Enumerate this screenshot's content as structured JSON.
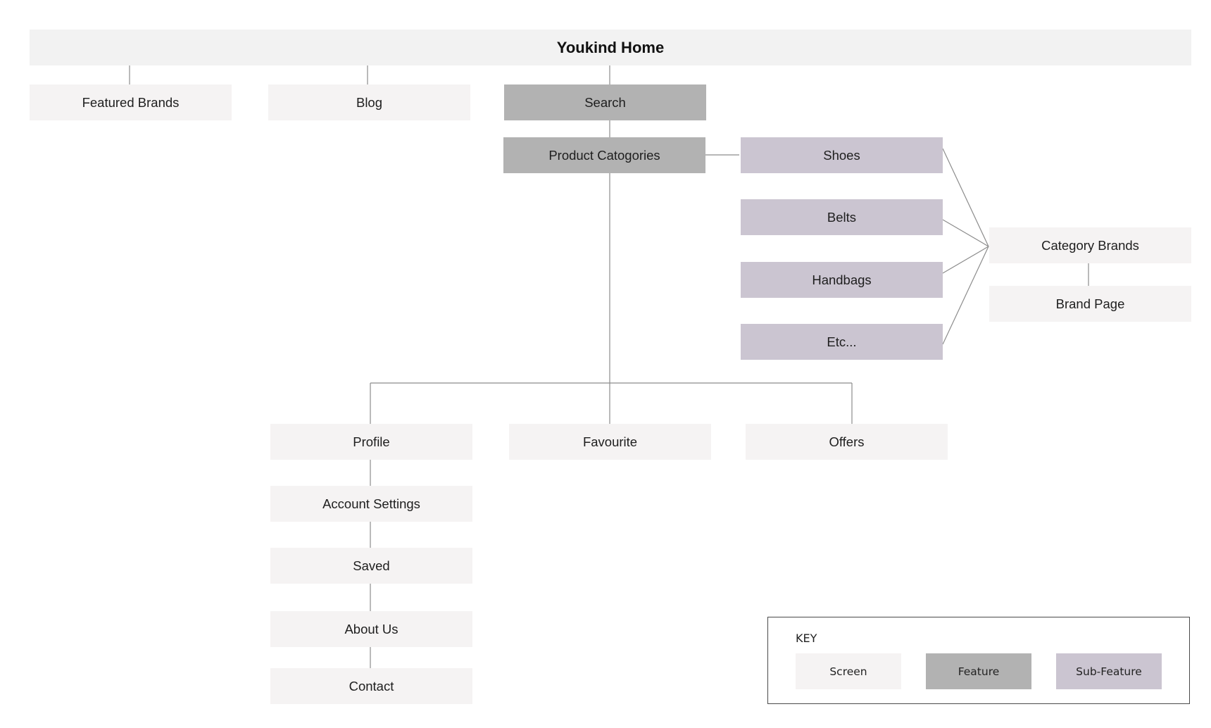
{
  "diagram": {
    "home": "Youkind Home",
    "top_level": {
      "featured_brands": "Featured Brands",
      "blog": "Blog",
      "search": "Search"
    },
    "product_categories": "Product Catogories",
    "sub_features": {
      "shoes": "Shoes",
      "belts": "Belts",
      "handbags": "Handbags",
      "etc": "Etc..."
    },
    "category_brands": "Category Brands",
    "brand_page": "Brand Page",
    "bottom_row": {
      "profile": "Profile",
      "favourite": "Favourite",
      "offers": "Offers"
    },
    "profile_children": {
      "account_settings": "Account Settings",
      "saved": "Saved",
      "about_us": "About Us",
      "contact": "Contact"
    }
  },
  "key": {
    "title": "KEY",
    "screen": "Screen",
    "feature": "Feature",
    "sub_feature": "Sub-Feature"
  },
  "colors": {
    "screen": "#f5f3f3",
    "feature": "#b2b2b2",
    "sub_feature": "#cbc5d1",
    "home_bar": "#f2f2f2",
    "connector": "#8c8c8c"
  }
}
